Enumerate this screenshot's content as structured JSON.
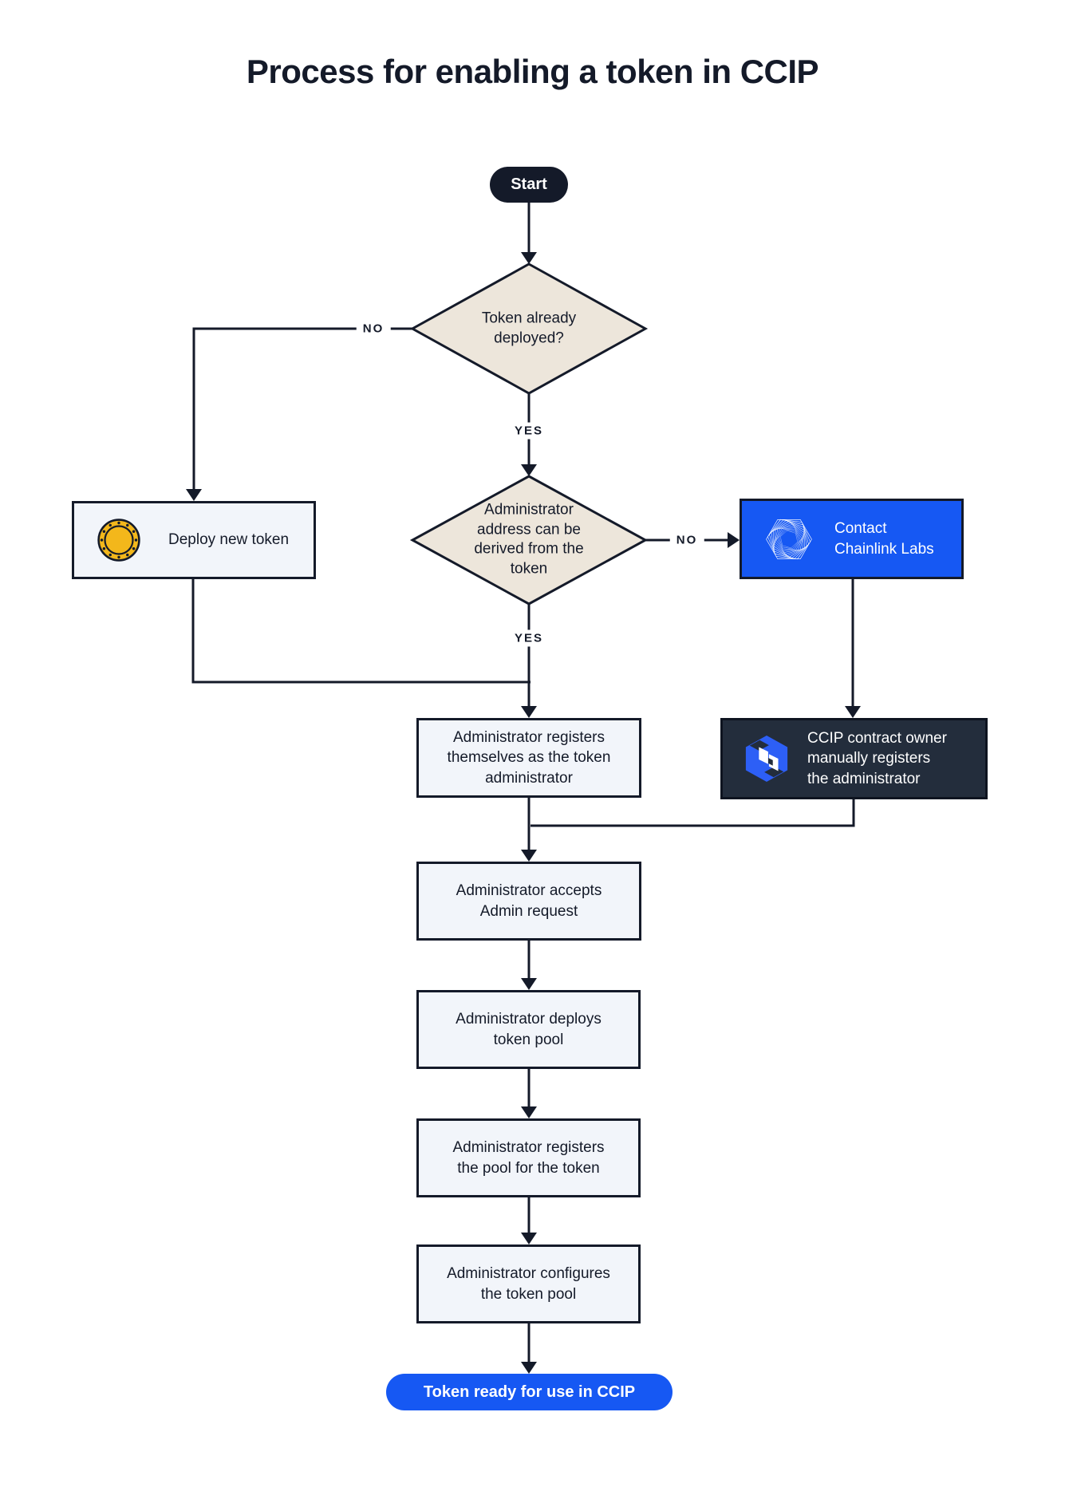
{
  "title": "Process for enabling a token in CCIP",
  "colors": {
    "ink": "#141a29",
    "accent_blue": "#1658f3",
    "diamond_fill": "#ede6db",
    "box_fill": "#f2f5fa",
    "dark_box_fill": "#232d3c",
    "coin_gold": "#f3b71b"
  },
  "nodes": {
    "start": {
      "label": "Start"
    },
    "token_deployed": {
      "label": "Token already\ndeployed?"
    },
    "deploy_new_token": {
      "label": "Deploy new token",
      "icon": "coin-icon"
    },
    "admin_derivable": {
      "label": "Administrator\naddress can be\nderived from the\ntoken"
    },
    "contact_chainlink": {
      "label": "Contact\nChainlink Labs",
      "icon": "chainlink-labs-logo-icon"
    },
    "register_self": {
      "label": "Administrator registers\nthemselves as the token\nadministrator"
    },
    "ccip_owner_registers": {
      "label": "CCIP contract owner\nmanually registers\nthe administrator",
      "icon": "ccip-logo-icon"
    },
    "accept_request": {
      "label": "Administrator accepts\nAdmin request"
    },
    "deploy_pool": {
      "label": "Administrator deploys\ntoken pool"
    },
    "register_pool": {
      "label": "Administrator registers\nthe pool for the token"
    },
    "configure_pool": {
      "label": "Administrator configures\nthe token pool"
    },
    "ready": {
      "label": "Token ready for use in CCIP"
    }
  },
  "edge_labels": {
    "no_token_deployed": "NO",
    "yes_token_deployed": "YES",
    "no_admin_derivable": "NO",
    "yes_admin_derivable": "YES"
  }
}
